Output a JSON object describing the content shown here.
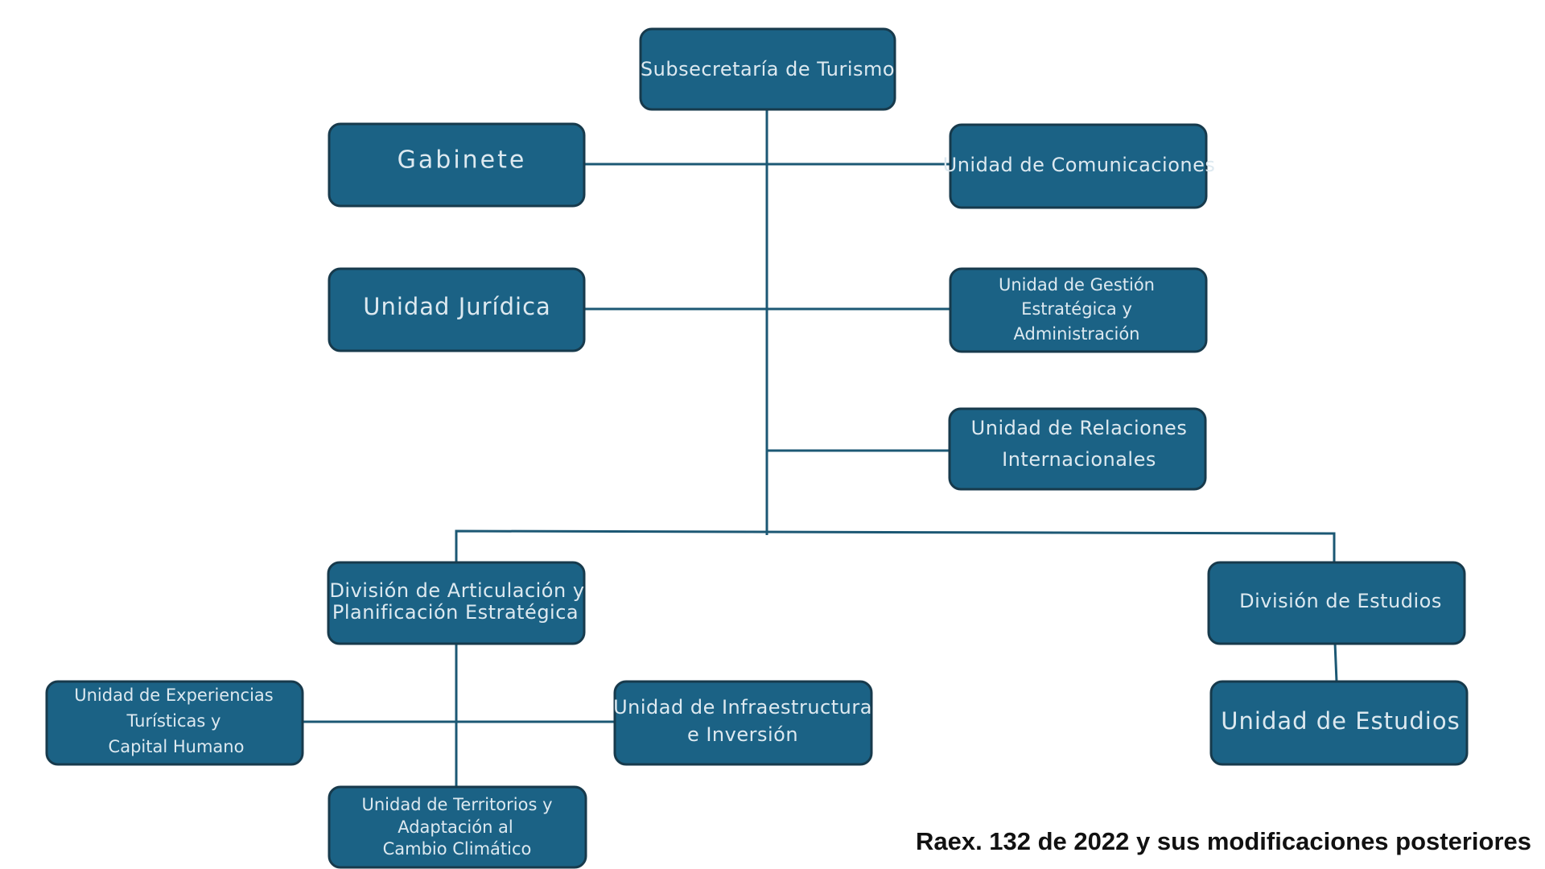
{
  "org_chart": {
    "root": {
      "label": "Subsecretaría de Turismo"
    },
    "staff_left": [
      {
        "label": "Gabinete"
      },
      {
        "label": "Unidad Jurídica"
      }
    ],
    "staff_right": [
      {
        "label": "Unidad de Comunicaciones"
      },
      {
        "lines": [
          "Unidad de Gestión",
          "Estratégica y",
          "Administración"
        ]
      },
      {
        "lines": [
          "Unidad de Relaciones",
          "Internacionales"
        ]
      }
    ],
    "divisions": [
      {
        "lines": [
          "División de Articulación y",
          "Planificación Estratégica"
        ],
        "units": [
          {
            "lines": [
              "Unidad de Experiencias",
              "Turísticas y",
              "Capital Humano"
            ]
          },
          {
            "lines": [
              "Unidad de Infraestructura",
              "e Inversión"
            ]
          },
          {
            "lines": [
              "Unidad de Territorios y",
              "Adaptación al",
              "Cambio Climático"
            ]
          }
        ]
      },
      {
        "label": "División de Estudios",
        "units": [
          {
            "label": "Unidad de Estudios"
          }
        ]
      }
    ]
  },
  "source_note": "Raex. 132 de 2022 y sus modificaciones posteriores",
  "colors": {
    "box_fill": "#1b6285",
    "box_border": "#173a4c",
    "connector": "#1c5874",
    "box_text": "#dde9f0"
  }
}
